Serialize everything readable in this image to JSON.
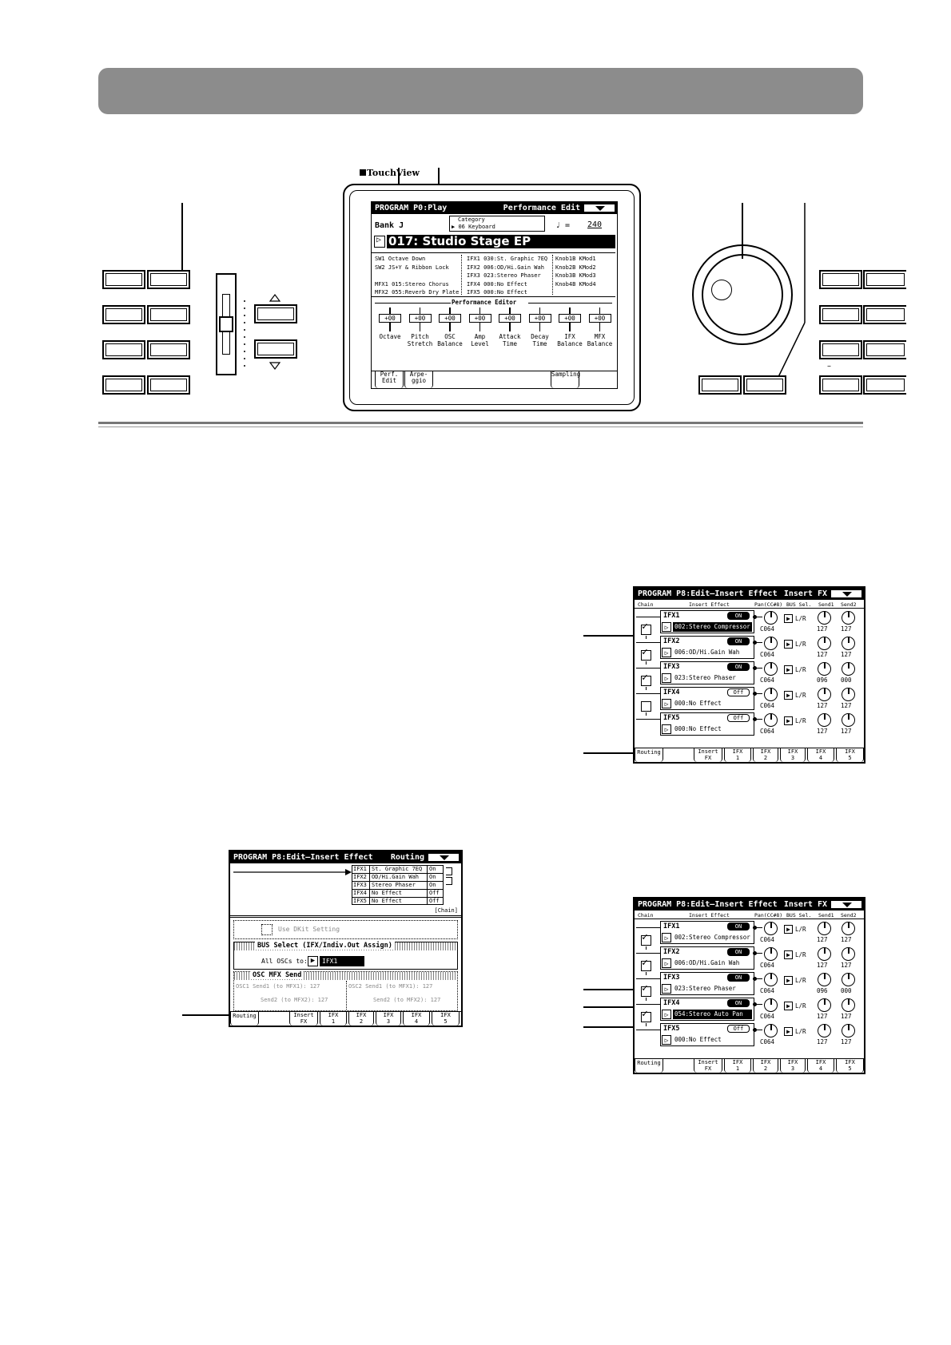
{
  "front_panel": {
    "brand": "TouchView",
    "main_screen": {
      "header_title": "PROGRAM P0:Play",
      "header_page": "Performance Edit",
      "bank_label": "Bank J",
      "category_label": "Category",
      "category_value": "06 Keyboard",
      "tempo_symbol": "♩ =",
      "tempo_value": "240",
      "program_name": "017: Studio Stage EP",
      "info_col1": [
        "SW1  Octave Down",
        "SW2  JS+Y & Ribbon Lock",
        "",
        "MFX1 015:Stereo Chorus",
        "MFX2 055:Reverb Dry Plate"
      ],
      "info_col2": [
        "IFX1 030:St. Graphic 7EQ",
        "IFX2 006:OD/Hi.Gain Wah",
        "IFX3 023:Stereo Phaser",
        "IFX4 000:No Effect",
        "IFX5 000:No Effect"
      ],
      "info_col3": [
        "Knob1B KMod1",
        "Knob2B KMod2",
        "Knob3B KMod3",
        "Knob4B KMod4"
      ],
      "perf_title": "Performance Editor",
      "sliders": [
        {
          "value": "+00",
          "label1": "Octave",
          "label2": ""
        },
        {
          "value": "+00",
          "label1": "Pitch",
          "label2": "Stretch"
        },
        {
          "value": "+00",
          "label1": "OSC",
          "label2": "Balance"
        },
        {
          "value": "+00",
          "label1": "Amp",
          "label2": "Level"
        },
        {
          "value": "+00",
          "label1": "Attack",
          "label2": "Time"
        },
        {
          "value": "+00",
          "label1": "Decay",
          "label2": "Time"
        },
        {
          "value": "+00",
          "label1": "IFX",
          "label2": "Balance"
        },
        {
          "value": "+00",
          "label1": "MFX",
          "label2": "Balance"
        }
      ],
      "tabs": [
        {
          "l1": "Perf.",
          "l2": "Edit"
        },
        {
          "l1": "Arpe-",
          "l2": "ggio"
        },
        {
          "l1": "Sampling",
          "l2": ""
        }
      ]
    },
    "right_small_label": "–"
  },
  "screen_insert_fx_1": {
    "header_title": "PROGRAM P8:Edit–Insert Effect",
    "header_page": "Insert FX",
    "columns": [
      "Chain",
      "Insert Effect",
      "Pan(CC#8)",
      "BUS Sel.",
      "Send1",
      "Send2"
    ],
    "rows": [
      {
        "slot": "IFX1",
        "state": "ON",
        "effect": "002:Stereo Compressor",
        "pan": "C064",
        "bus": "L/R",
        "send1": "127",
        "send2": "127"
      },
      {
        "slot": "IFX2",
        "state": "ON",
        "effect": "006:OD/Hi.Gain Wah",
        "pan": "C064",
        "bus": "L/R",
        "send1": "127",
        "send2": "127"
      },
      {
        "slot": "IFX3",
        "state": "ON",
        "effect": "023:Stereo Phaser",
        "pan": "C064",
        "bus": "L/R",
        "send1": "096",
        "send2": "000"
      },
      {
        "slot": "IFX4",
        "state": "Off",
        "effect": "000:No Effect",
        "pan": "C064",
        "bus": "L/R",
        "send1": "127",
        "send2": "127"
      },
      {
        "slot": "IFX5",
        "state": "Off",
        "effect": "000:No Effect",
        "pan": "C064",
        "bus": "L/R",
        "send1": "127",
        "send2": "127"
      }
    ],
    "tabs": [
      "Routing",
      "Insert FX",
      "IFX 1",
      "IFX 2",
      "IFX 3",
      "IFX 4",
      "IFX 5"
    ]
  },
  "screen_routing": {
    "header_title": "PROGRAM P8:Edit–Insert Effect",
    "header_page": "Routing",
    "chain_rows": [
      {
        "slot": "IFX1",
        "name": "St. Graphic 7EQ",
        "state": "On"
      },
      {
        "slot": "IFX2",
        "name": "OD/Hi.Gain Wah",
        "state": "On"
      },
      {
        "slot": "IFX3",
        "name": "Stereo Phaser",
        "state": "On"
      },
      {
        "slot": "IFX4",
        "name": "No Effect",
        "state": "Off"
      },
      {
        "slot": "IFX5",
        "name": "No Effect",
        "state": "Off"
      }
    ],
    "chain_label": "[Chain]",
    "drum_kit_label": "Use DKit Setting",
    "bus_select_title": "BUS Select (IFX/Indiv.Out Assign)",
    "all_oscs_label": "All OSCs to:",
    "all_oscs_value": "IFX1",
    "osc_mfx_title": "OSC MFX Send",
    "osc1_send1": "OSC1  Send1 (to MFX1): 127",
    "osc1_send2": "Send2 (to MFX2): 127",
    "osc2_send1": "OSC2  Send1 (to MFX1): 127",
    "osc2_send2": "Send2 (to MFX2): 127",
    "tabs": [
      "Routing",
      "Insert FX",
      "IFX 1",
      "IFX 2",
      "IFX 3",
      "IFX 4",
      "IFX 5"
    ]
  },
  "screen_insert_fx_2": {
    "header_title": "PROGRAM P8:Edit–Insert Effect",
    "header_page": "Insert FX",
    "columns": [
      "Chain",
      "Insert Effect",
      "Pan(CC#8)",
      "BUS Sel.",
      "Send1",
      "Send2"
    ],
    "rows": [
      {
        "slot": "IFX1",
        "state": "ON",
        "effect": "002:Stereo Compressor",
        "pan": "C064",
        "bus": "L/R",
        "send1": "127",
        "send2": "127"
      },
      {
        "slot": "IFX2",
        "state": "ON",
        "effect": "006:OD/Hi.Gain Wah",
        "pan": "C064",
        "bus": "L/R",
        "send1": "127",
        "send2": "127"
      },
      {
        "slot": "IFX3",
        "state": "ON",
        "effect": "023:Stereo Phaser",
        "pan": "C064",
        "bus": "L/R",
        "send1": "096",
        "send2": "000"
      },
      {
        "slot": "IFX4",
        "state": "ON",
        "effect": "054:Stereo Auto Pan",
        "pan": "C064",
        "bus": "L/R",
        "send1": "127",
        "send2": "127"
      },
      {
        "slot": "IFX5",
        "state": "Off",
        "effect": "000:No Effect",
        "pan": "C064",
        "bus": "L/R",
        "send1": "127",
        "send2": "127"
      }
    ],
    "tabs": [
      "Routing",
      "Insert FX",
      "IFX 1",
      "IFX 2",
      "IFX 3",
      "IFX 4",
      "IFX 5"
    ]
  }
}
